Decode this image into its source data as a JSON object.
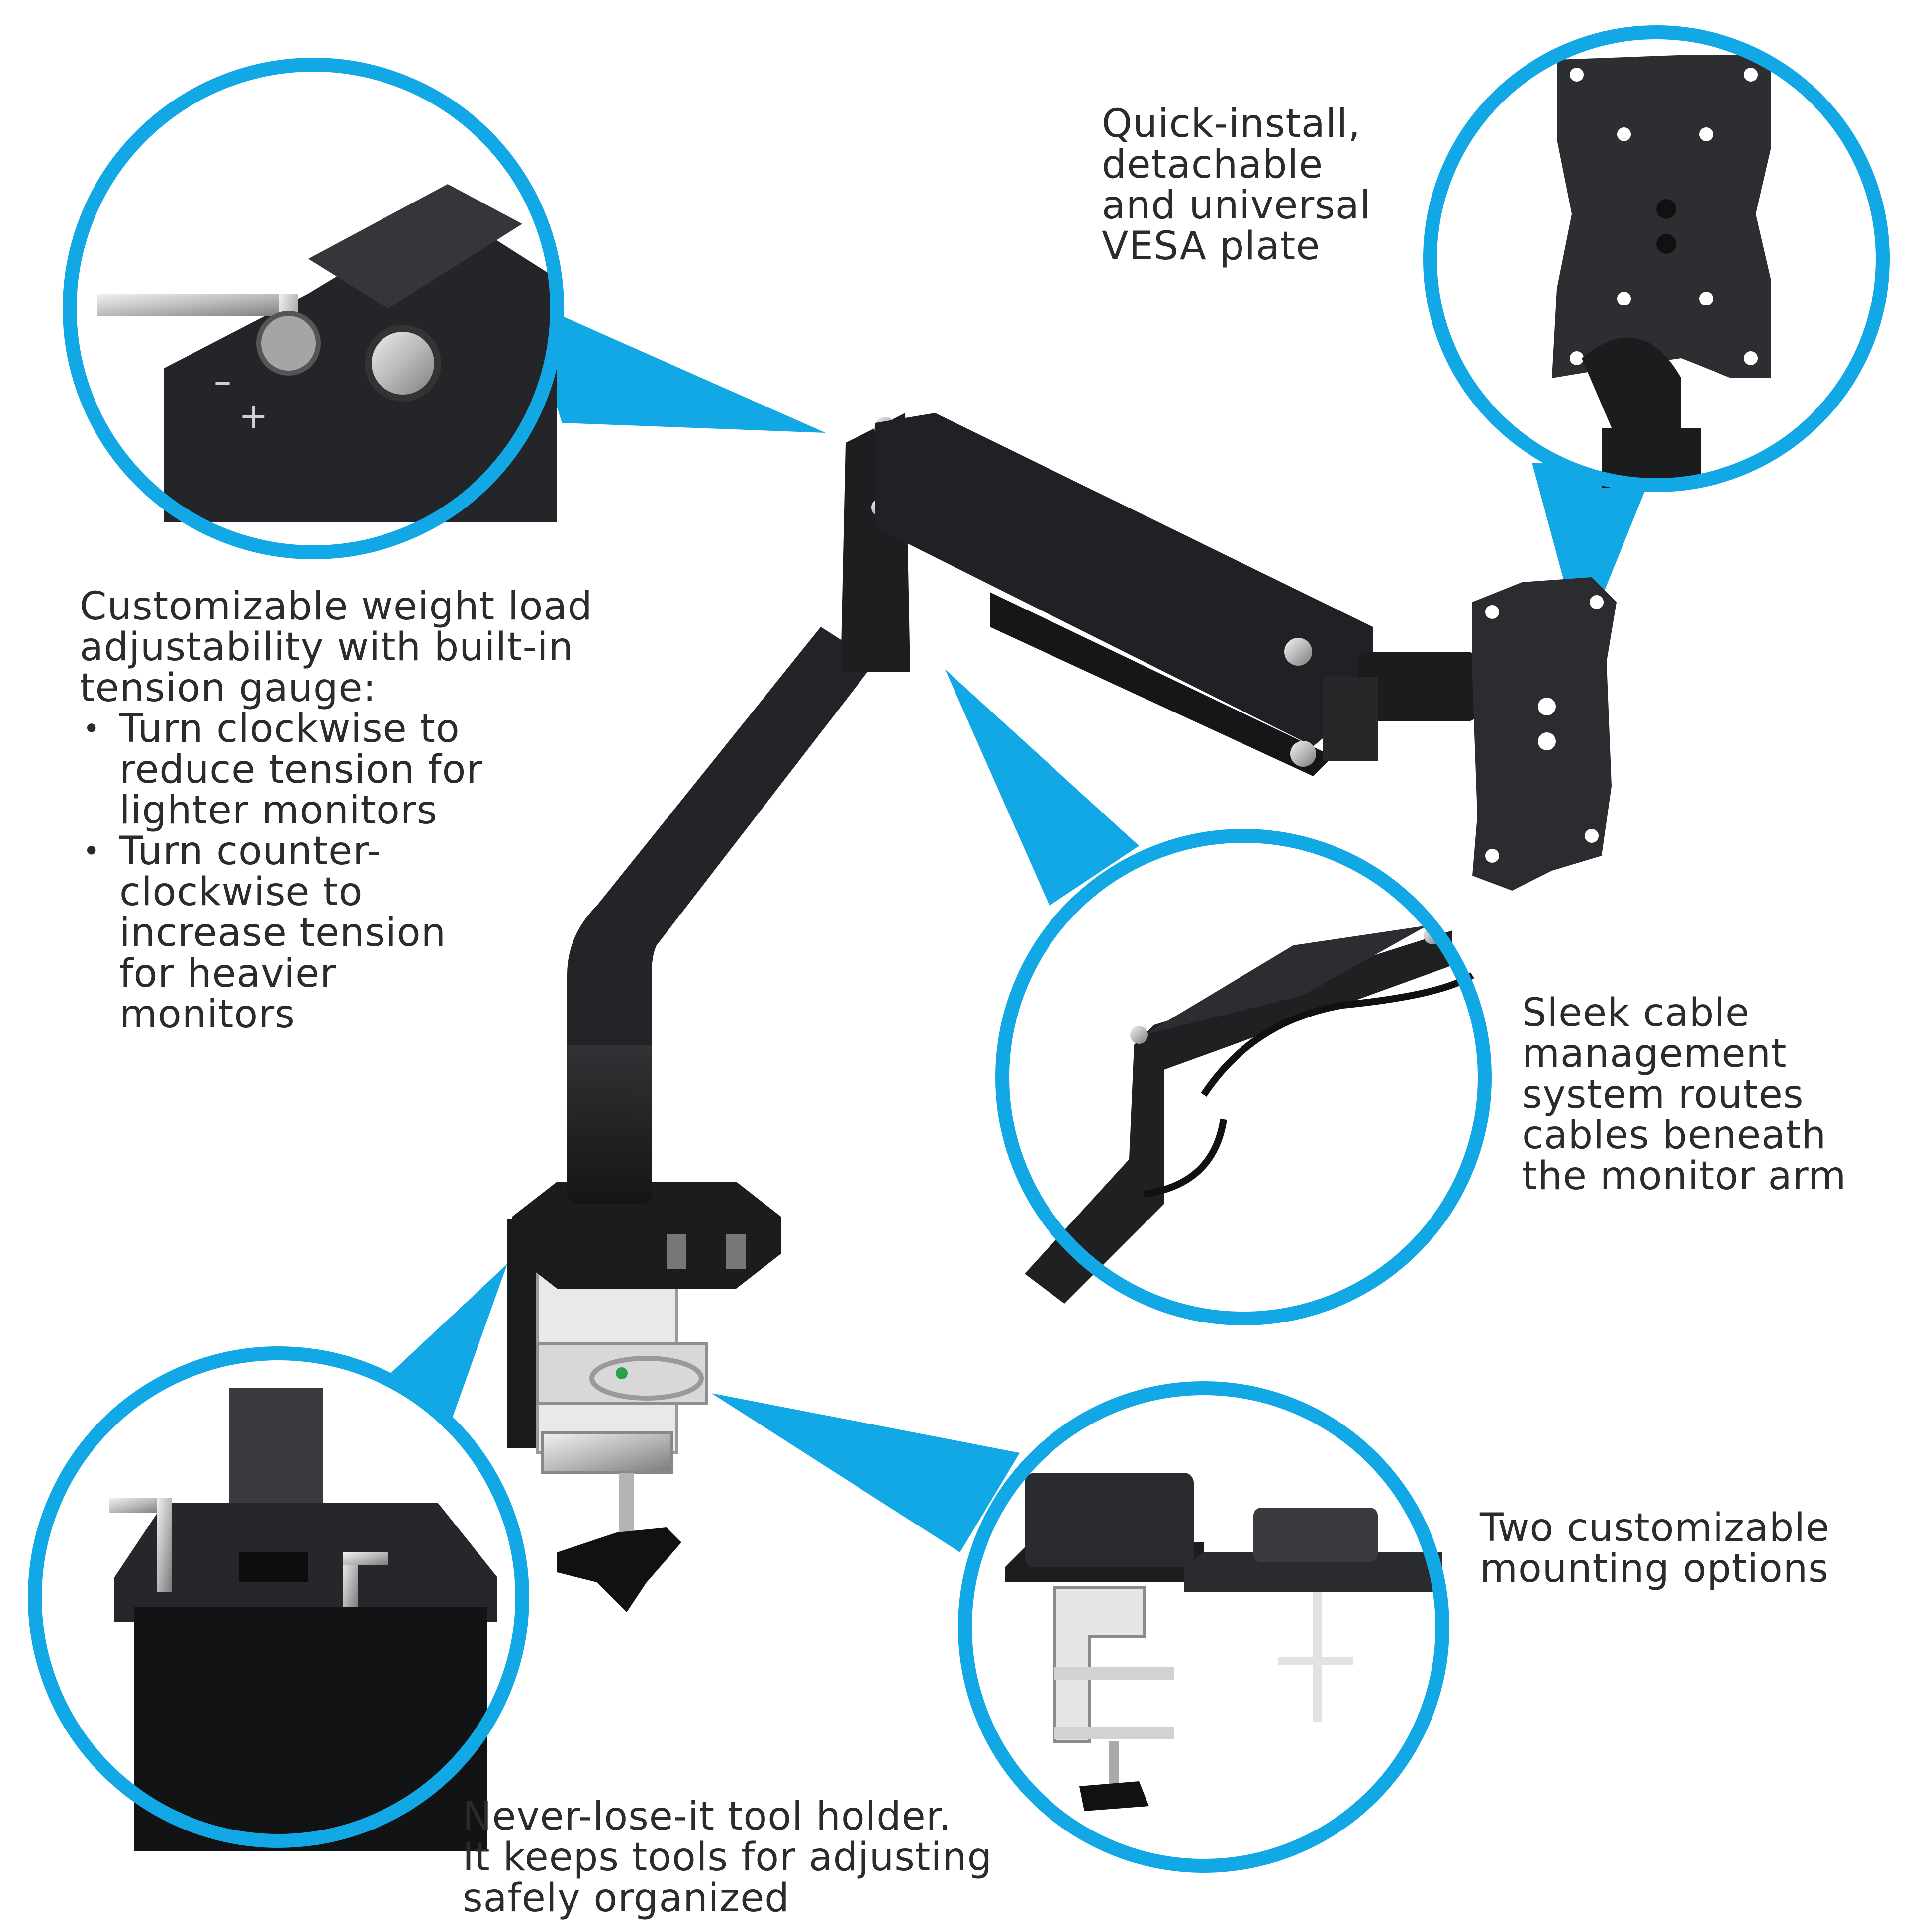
{
  "accent_color": "#12a8e6",
  "arm_color": "#1f2022",
  "text_color": "#2b2b2b",
  "callouts": {
    "vesa_plate": {
      "lines": [
        "Quick-install,",
        "detachable",
        "and universal",
        "VESA plate"
      ]
    },
    "weight_load": {
      "lines": [
        "Customizable weight load",
        "adjustability with built-in",
        "tension gauge:"
      ],
      "bullets": [
        {
          "lines": [
            "Turn clockwise to",
            "reduce tension for",
            "lighter monitors"
          ]
        },
        {
          "lines": [
            "Turn counter-",
            "clockwise to",
            "increase tension",
            "for heavier",
            "monitors"
          ]
        }
      ]
    },
    "cable_management": {
      "lines": [
        "Sleek cable",
        "management",
        "system routes",
        "cables beneath",
        "the monitor arm"
      ]
    },
    "mounting_options": {
      "lines": [
        "Two customizable",
        "mounting options"
      ]
    },
    "tool_holder": {
      "lines": [
        "Never-lose-it tool holder.",
        "It keeps tools for adjusting",
        "safely organized"
      ]
    }
  },
  "tension_gauge_marks": {
    "minus": "–",
    "plus": "+"
  }
}
